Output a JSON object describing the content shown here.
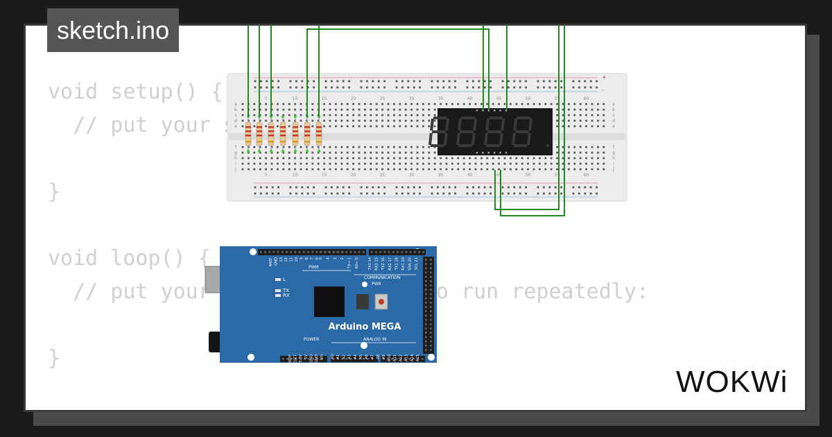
{
  "header": {
    "title": "sketch.ino"
  },
  "code": {
    "lines": [
      "void setup() {",
      "  // put your setup code here, to run once:",
      "",
      "}",
      "",
      "void loop() {",
      "  // put your main code here, to run repeatedly:",
      "",
      "}"
    ]
  },
  "breadboard": {
    "column_numbers": [
      "5",
      "10",
      "15",
      "20",
      "25",
      "30",
      "35",
      "40",
      "45",
      "50",
      "55",
      "60"
    ],
    "row_letters_top": [
      "a",
      "b",
      "c",
      "d",
      "e"
    ],
    "row_letters_bottom": [
      "f",
      "g",
      "h",
      "i",
      "j"
    ],
    "rail_plus": "+",
    "rail_minus": "-",
    "resistor_count": 7
  },
  "arduino": {
    "name": "Arduino MEGA",
    "labels": {
      "pwm": "PWM",
      "communication": "COMMUNICATION",
      "power": "POWER",
      "analog_in": "ANALOG IN",
      "led_l": "L",
      "led_tx": "TX",
      "led_rx": "RX",
      "pwr": "PWR"
    },
    "top_pins": [
      "AREF",
      "GND",
      "13",
      "12",
      "11",
      "10",
      "9",
      "8",
      "7",
      "6",
      "5",
      "4",
      "3",
      "2",
      "TX→ 1",
      "RX← 0",
      "TX3 14",
      "RX3 15",
      "TX2 16",
      "RX2 17",
      "TX1 18",
      "RX1 19",
      "SDA 20",
      "SCL 21"
    ],
    "power_pins": [
      "IOREF",
      "RESET",
      "3.3V",
      "5V",
      "GND",
      "GND",
      "Vin"
    ],
    "analog_pins": [
      "A0",
      "A1",
      "A2",
      "A3",
      "A4",
      "A5",
      "A6",
      "A7",
      "A8",
      "A9",
      "A10",
      "A11",
      "A12",
      "A13",
      "A14",
      "A15"
    ]
  },
  "colors": {
    "wire": "#1f8a1f",
    "board_blue": "#2b6aa6",
    "display_bg": "#1a1a1a",
    "breadboard": "#ececec"
  },
  "brand": {
    "logo": "WOKWi"
  }
}
